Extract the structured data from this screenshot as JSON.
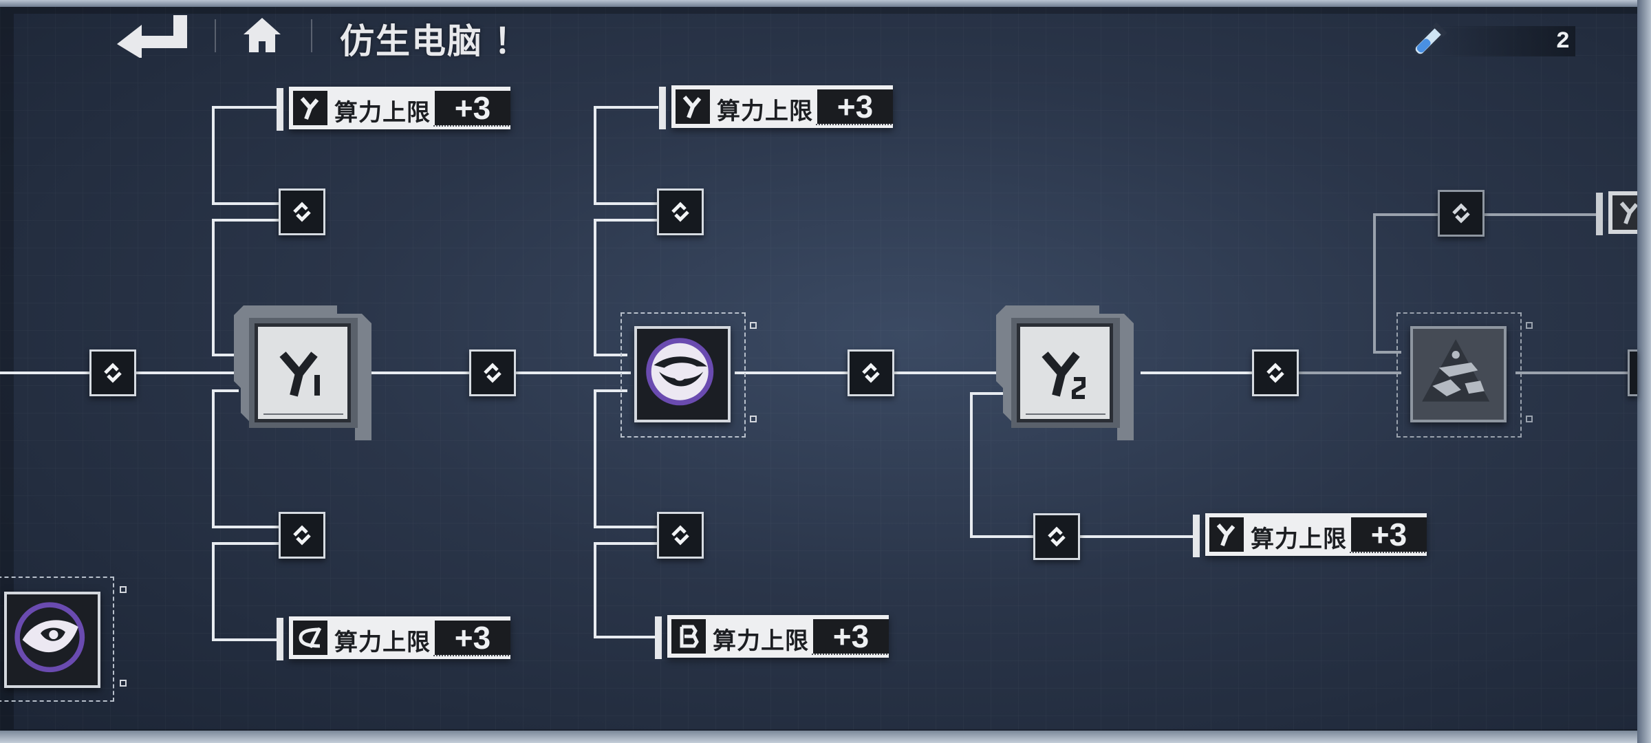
{
  "header": {
    "title": "仿生电脑 ！",
    "back_icon": "back-arrow-icon",
    "home_icon": "home-icon"
  },
  "currency": {
    "icon": "test-tube-icon",
    "count": "2"
  },
  "stat_cards": [
    {
      "badge": "Y",
      "label": "算力上限",
      "value": "+3"
    },
    {
      "badge": "α",
      "label": "算力上限",
      "value": "+3"
    },
    {
      "badge": "Y",
      "label": "算力上限",
      "value": "+3"
    },
    {
      "badge": "β",
      "label": "算力上限",
      "value": "+3"
    },
    {
      "badge": "Y",
      "label": "算力上限",
      "value": "+3"
    },
    {
      "badge": "Y",
      "label": "",
      "value": ""
    }
  ],
  "chips": [
    {
      "name": "Y1 chip",
      "symbol": "Y",
      "sub": "1",
      "icon": "chip-y1-icon"
    },
    {
      "name": "Y2 chip",
      "symbol": "Y",
      "sub": "2",
      "icon": "chip-y2-icon"
    }
  ],
  "emblems": [
    {
      "icon": "eye-emblem-icon",
      "state": "unlocked"
    },
    {
      "icon": "eye-emblem-icon",
      "state": "unlocked"
    },
    {
      "icon": "pyramid-emblem-icon",
      "state": "locked"
    }
  ],
  "colors": {
    "accent_purple": "#6a4bb0",
    "line": "#e8ecf1",
    "node_dark": "#15191f",
    "card_light": "#eeeff1"
  }
}
